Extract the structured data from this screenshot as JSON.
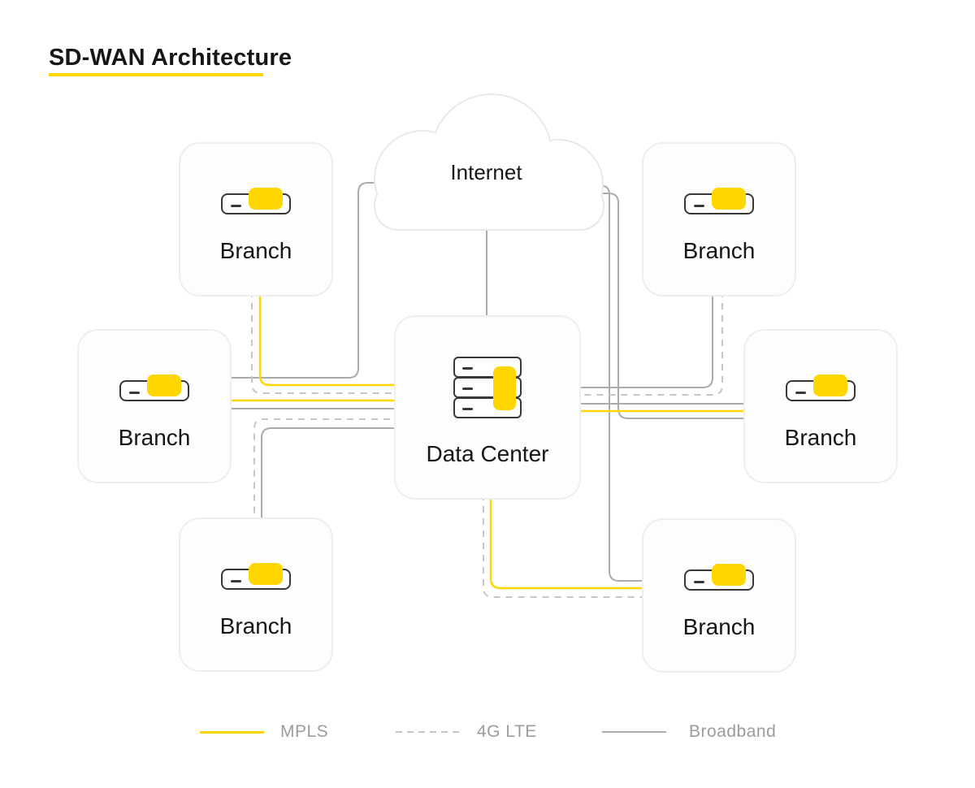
{
  "title": "SD-WAN Architecture",
  "cloud": {
    "label": "Internet",
    "icon": "cloud-icon"
  },
  "datacenter": {
    "label": "Data Center",
    "icon": "server-stack-icon"
  },
  "branches": {
    "top_left": {
      "label": "Branch",
      "icon": "router-icon"
    },
    "top_right": {
      "label": "Branch",
      "icon": "router-icon"
    },
    "mid_left": {
      "label": "Branch",
      "icon": "router-icon"
    },
    "mid_right": {
      "label": "Branch",
      "icon": "router-icon"
    },
    "bottom_left": {
      "label": "Branch",
      "icon": "router-icon"
    },
    "bottom_right": {
      "label": "Branch",
      "icon": "router-icon"
    }
  },
  "legend": {
    "items": [
      {
        "label": "MPLS",
        "style": "solid",
        "color": "#FFD600"
      },
      {
        "label": "4G LTE",
        "style": "dashed",
        "color": "#C6C6C6"
      },
      {
        "label": "Broadband",
        "style": "solid",
        "color": "#ABABAB"
      }
    ]
  },
  "colors": {
    "mpls": "#FFD600",
    "lte": "#C6C6C6",
    "broadband": "#ABABAB",
    "accent": "#FFD600",
    "text": "#161616",
    "muted-text": "#9C9C9C",
    "box-border": "#EEEEEE",
    "box-fill": "#FDFDFD",
    "cloud-border": "#E9E9E9",
    "icon-stroke": "#383838"
  }
}
